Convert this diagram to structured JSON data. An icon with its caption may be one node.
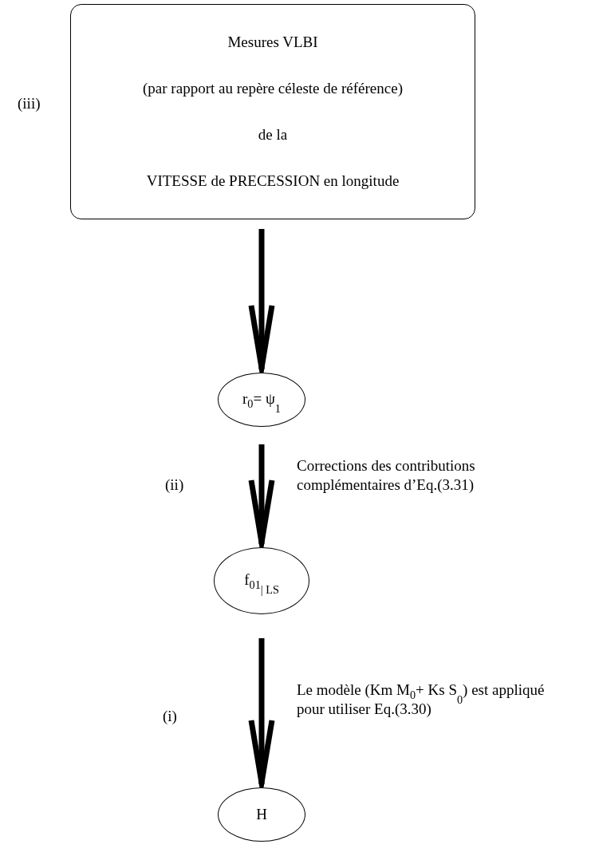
{
  "diagram": {
    "nodes": [
      {
        "text": [
          "Mesures VLBI",
          "(par rapport au repère céleste de référence)",
          "de la",
          "VITESSE de PRECESSION en longitude"
        ]
      },
      {
        "text": [
          "r$_{0}$=  ψ$_{1}$"
        ]
      },
      {
        "text": [
          "f$_{01}$$_{| LS}$"
        ]
      },
      {
        "text": [
          "H"
        ]
      }
    ],
    "edges": [
      {
        "from": 0,
        "to": 1,
        "arrow": "to"
      },
      {
        "from": 1,
        "to": 2,
        "arrow": "to",
        "label": "Corrections des contributions complémentaires   d’Eq.(3.31)"
      },
      {
        "from": 2,
        "to": 3,
        "arrow": "to",
        "label": "Le modèle (Km M$_{0}$+ Ks S$_{0}$) est appliqué pour utiliser Eq.(3.30)"
      }
    ],
    "labels": [
      "(iii)",
      "(ii)",
      "(i)"
    ]
  }
}
